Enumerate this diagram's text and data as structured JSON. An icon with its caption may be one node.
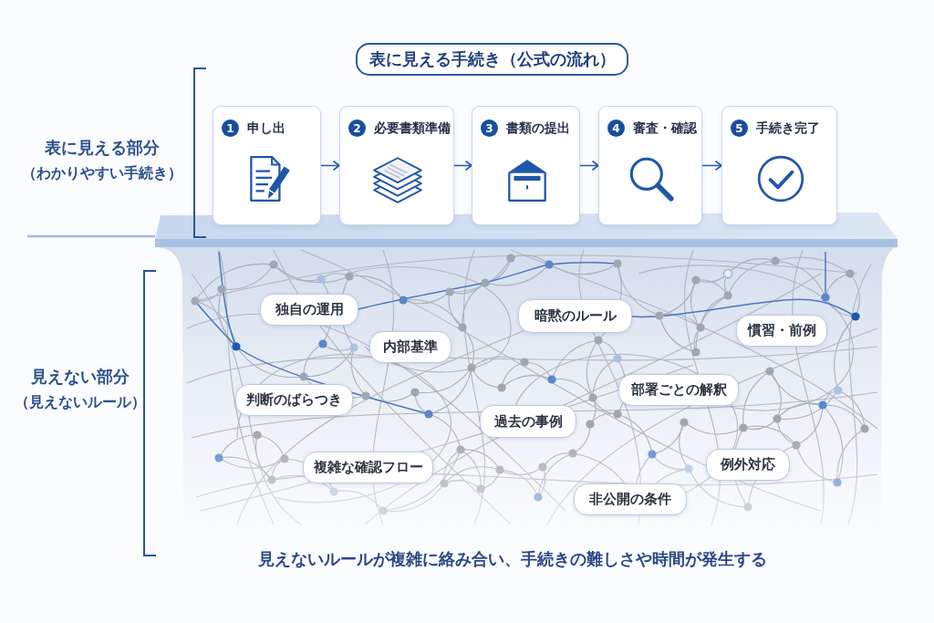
{
  "diagram": {
    "nodes": [
      {
        "text": [
          "表に見える手続き（公式の流れ）"
        ]
      },
      {
        "text": [
          "1",
          "申し出"
        ]
      },
      {
        "text": [
          "2",
          "必要書類準備"
        ]
      },
      {
        "text": [
          "3",
          "書類の提出"
        ]
      },
      {
        "text": [
          "4",
          "審査・確認"
        ]
      },
      {
        "text": [
          "5",
          "手続き完了"
        ]
      },
      {
        "text": [
          "独自の運用"
        ]
      },
      {
        "text": [
          "暗黙のルール"
        ]
      },
      {
        "text": [
          "慣習・前例"
        ]
      },
      {
        "text": [
          "内部基準"
        ]
      },
      {
        "text": [
          "部署ごとの解釈"
        ]
      },
      {
        "text": [
          "判断のばらつき"
        ]
      },
      {
        "text": [
          "過去の事例"
        ]
      },
      {
        "text": [
          "例外対応"
        ]
      },
      {
        "text": [
          "複雑な確認フロー"
        ]
      },
      {
        "text": [
          "非公開の条件"
        ]
      }
    ],
    "edges": [
      {
        "from": 1,
        "to": 2,
        "arrow": "to"
      },
      {
        "from": 2,
        "to": 3,
        "arrow": "to"
      },
      {
        "from": 3,
        "to": 4,
        "arrow": "to"
      },
      {
        "from": 4,
        "to": 5,
        "arrow": "to"
      }
    ],
    "labels": [
      "表に見える部分",
      "（わかりやすい手続き）",
      "見えない部分",
      "（見えないルール）"
    ],
    "caption": "見えないルールが複雑に絡み合い、手続きの難しさや時間が発生する"
  }
}
